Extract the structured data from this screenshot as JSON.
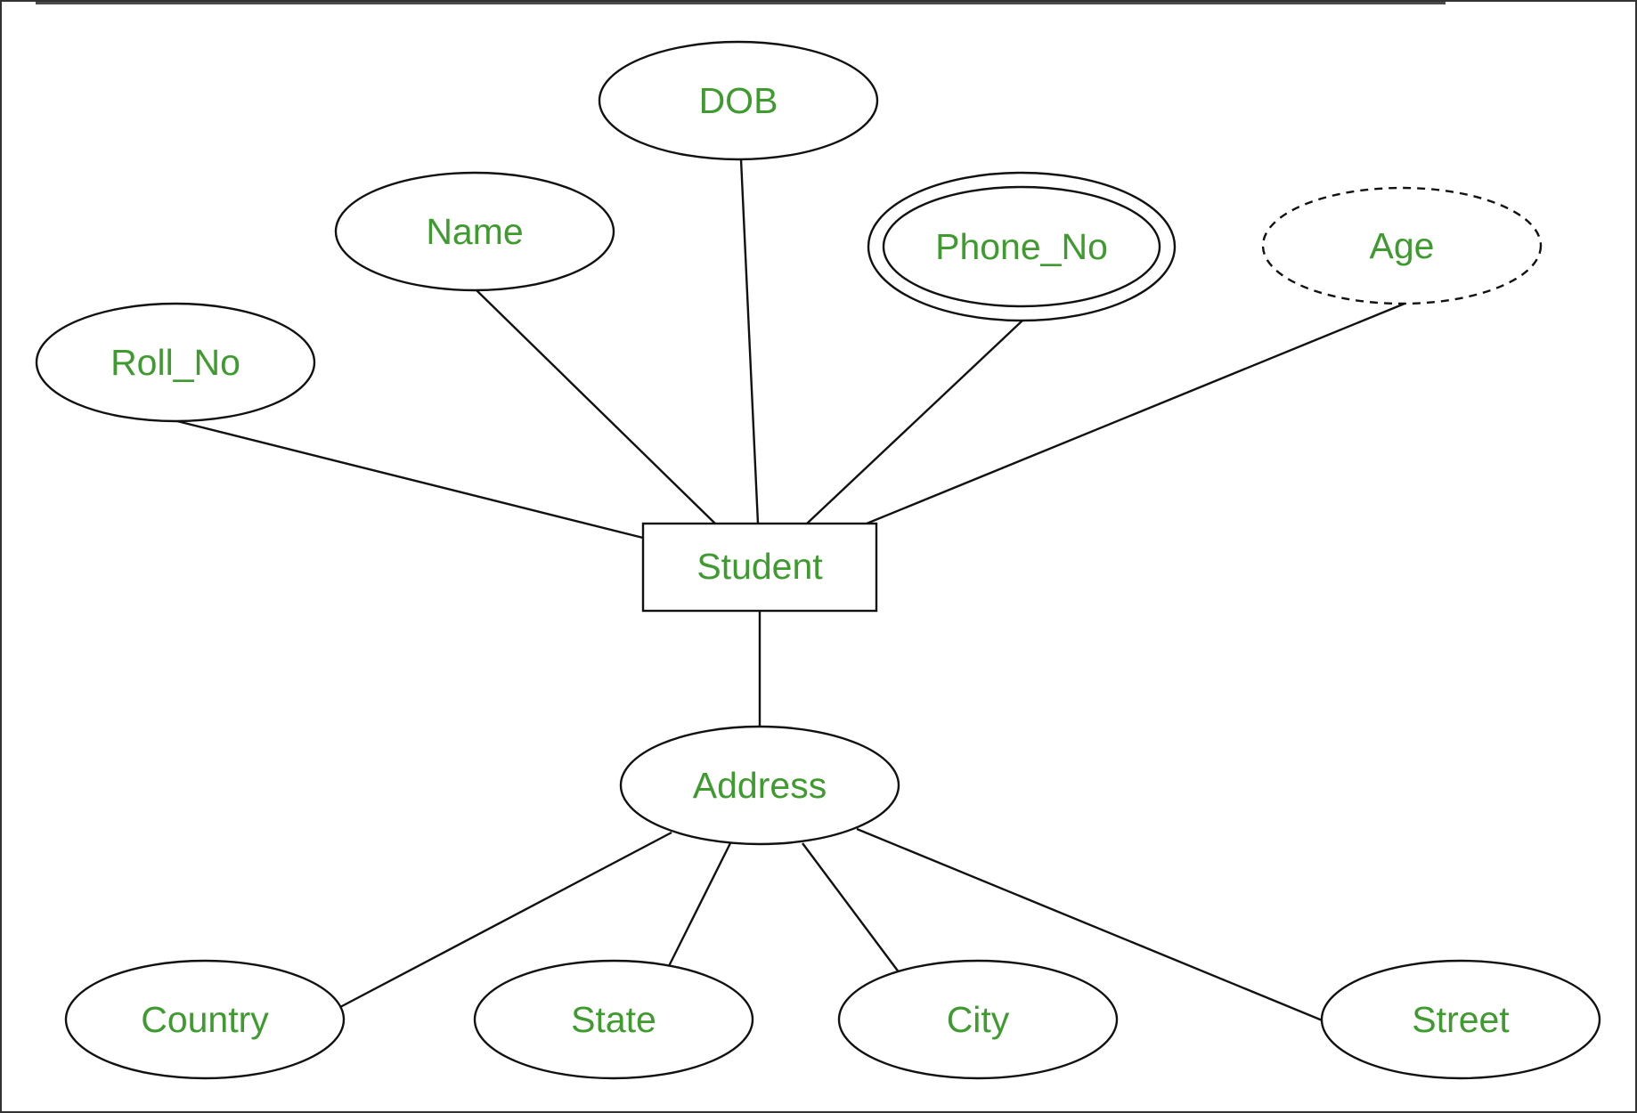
{
  "diagram": {
    "entity": {
      "id": "student",
      "label": "Student"
    },
    "attributes": [
      {
        "id": "dob",
        "label": "DOB",
        "kind": "simple"
      },
      {
        "id": "name",
        "label": "Name",
        "kind": "simple"
      },
      {
        "id": "phone_no",
        "label": "Phone_No",
        "kind": "multivalued"
      },
      {
        "id": "age",
        "label": "Age",
        "kind": "derived"
      },
      {
        "id": "roll_no",
        "label": "Roll_No",
        "kind": "simple"
      },
      {
        "id": "address",
        "label": "Address",
        "kind": "composite"
      },
      {
        "id": "country",
        "label": "Country",
        "kind": "simple"
      },
      {
        "id": "state",
        "label": "State",
        "kind": "simple"
      },
      {
        "id": "city",
        "label": "City",
        "kind": "simple"
      },
      {
        "id": "street",
        "label": "Street",
        "kind": "simple"
      }
    ],
    "connections": [
      {
        "from": "roll_no",
        "to": "student"
      },
      {
        "from": "name",
        "to": "student"
      },
      {
        "from": "dob",
        "to": "student"
      },
      {
        "from": "phone_no",
        "to": "student"
      },
      {
        "from": "age",
        "to": "student"
      },
      {
        "from": "student",
        "to": "address"
      },
      {
        "from": "address",
        "to": "country"
      },
      {
        "from": "address",
        "to": "state"
      },
      {
        "from": "address",
        "to": "city"
      },
      {
        "from": "address",
        "to": "street"
      }
    ],
    "colors": {
      "label": "#3f9a2f",
      "stroke": "#111111",
      "background": "#ffffff"
    }
  }
}
